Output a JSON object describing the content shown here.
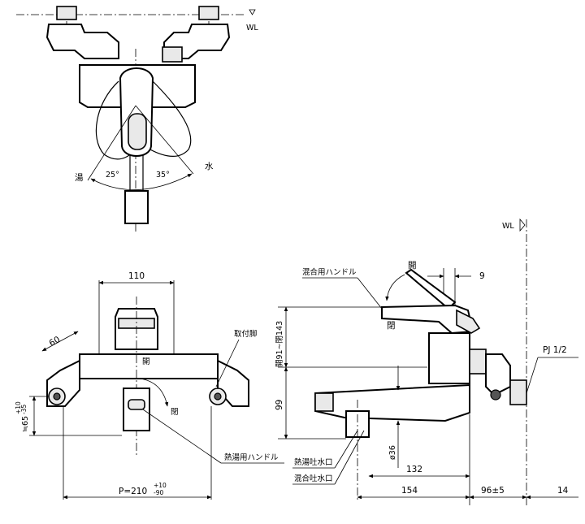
{
  "labels": {
    "wl": "WL",
    "hot": "湯",
    "cold": "水",
    "angle_left": "25°",
    "angle_right": "35°",
    "open": "開",
    "closed": "閉",
    "mixing_handle": "混合用ハンドル",
    "thermo_handle": "熱湯用ハンドル",
    "hot_outlet": "熱湯吐水口",
    "mix_outlet": "混合吐水口",
    "mounting_leg": "取付脚",
    "pj": "PJ 1/2"
  },
  "dimensions": {
    "d110": "110",
    "d60": "60",
    "d9": "9",
    "d99": "99",
    "d132": "132",
    "d154": "154",
    "d96": "96±5",
    "d14": "14",
    "d36": "ø36",
    "p_main": "P=210",
    "p_tol_upper": "+10",
    "p_tol_lower": "-90",
    "r65_main": "≒65",
    "r65_tol_upper": "+10",
    "r65_tol_lower": "-35",
    "height_range": "開91~閉143"
  }
}
